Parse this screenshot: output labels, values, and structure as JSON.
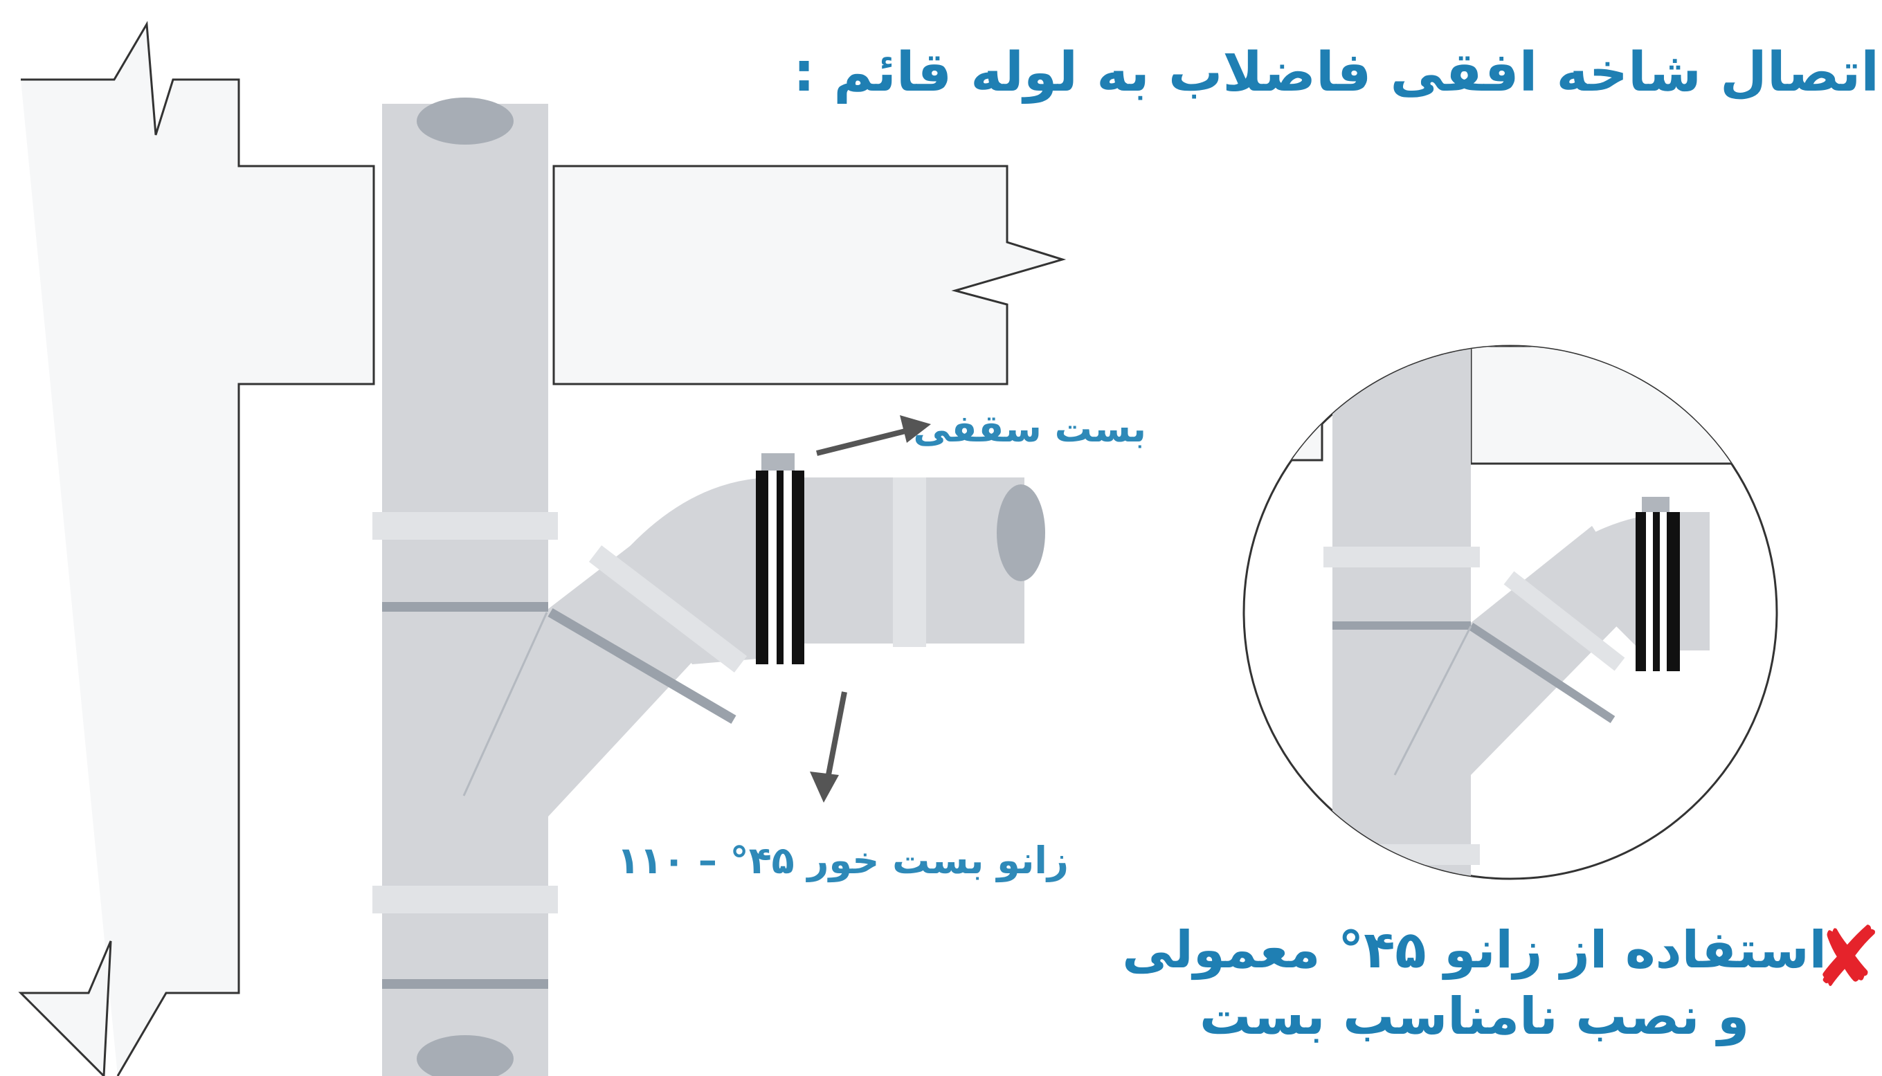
{
  "title": "اتصال شاخه افقی فاضلاب به لوله قائم :",
  "labels": {
    "ceiling_clamp": "بست سقفی",
    "clampable_elbow": "زانو بست خور ۴۵° – ۱۱۰"
  },
  "warning": {
    "line1": "استفاده از زانو ۴۵° معمولی",
    "line2": "و نصب نامناسب بست",
    "icon": "cross-mark-icon"
  },
  "colors": {
    "text_blue": "#1f7fb3",
    "pipe_gray": "#d3d5d9",
    "pipe_band": "#9aa1aa",
    "clamp_black": "#111111",
    "cross_red": "#e5232b"
  }
}
